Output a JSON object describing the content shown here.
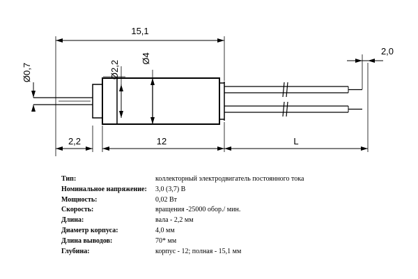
{
  "dimensions": {
    "total_length": "15,1",
    "shaft_diameter": "Ø2,2",
    "body_diameter": "Ø4",
    "wire_diameter": "Ø0,7",
    "lead_tip": "2,0",
    "shaft_length": "2,2",
    "body_length": "12",
    "lead_length": "L"
  },
  "specs": [
    {
      "label": "Тип:",
      "value": "коллекторный электродвигатель постоянного тока"
    },
    {
      "label": "Номинальное напряжение:",
      "value": "3,0 (3,7) В"
    },
    {
      "label": "Мощность:",
      "value": "0,02 Вт"
    },
    {
      "label": "Скорость:",
      "value": "вращения -25000 обор./ мин."
    },
    {
      "label": "Длина:",
      "value": "вала - 2,2 мм"
    },
    {
      "label": "Диаметр корпуса:",
      "value": "4,0 мм"
    },
    {
      "label": "Длина выводов:",
      "value": "70* мм"
    },
    {
      "label": "Глубина:",
      "value": "корпус - 12; полная - 15,1 мм"
    }
  ]
}
